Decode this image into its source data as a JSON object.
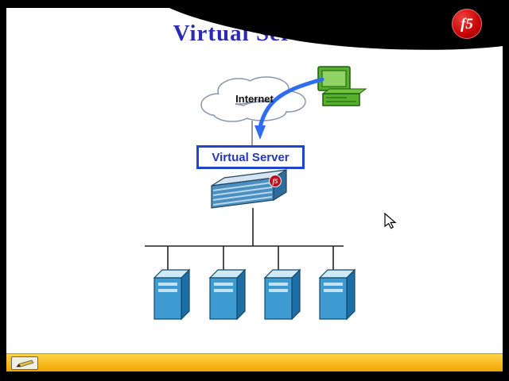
{
  "slide": {
    "title": "Virtual Servers",
    "labels": {
      "internet": "Internet",
      "virtual_server": "Virtual Server"
    },
    "logo": {
      "text": "f5"
    }
  },
  "icons": {
    "f5_logo": "red-ball-f5-logo",
    "cloud": "internet-cloud",
    "computer": "client-workstation",
    "arrow": "client-traffic-arrow",
    "device": "bigip-appliance",
    "server": "server-tower",
    "pen_tool": "pencil-annotation-tool",
    "cursor": "arrow-pointer"
  },
  "colors": {
    "title_blue": "#2a2ab2",
    "f5_red": "#c00000",
    "arrow_blue": "#2e6cf0",
    "virtual_server_border": "#2244cc",
    "server_front": "#3d9bd1",
    "device_front": "#4a8fc0",
    "bar_yellow": "#f6b800",
    "background": "#000000",
    "slide_background": "#ffffff"
  }
}
